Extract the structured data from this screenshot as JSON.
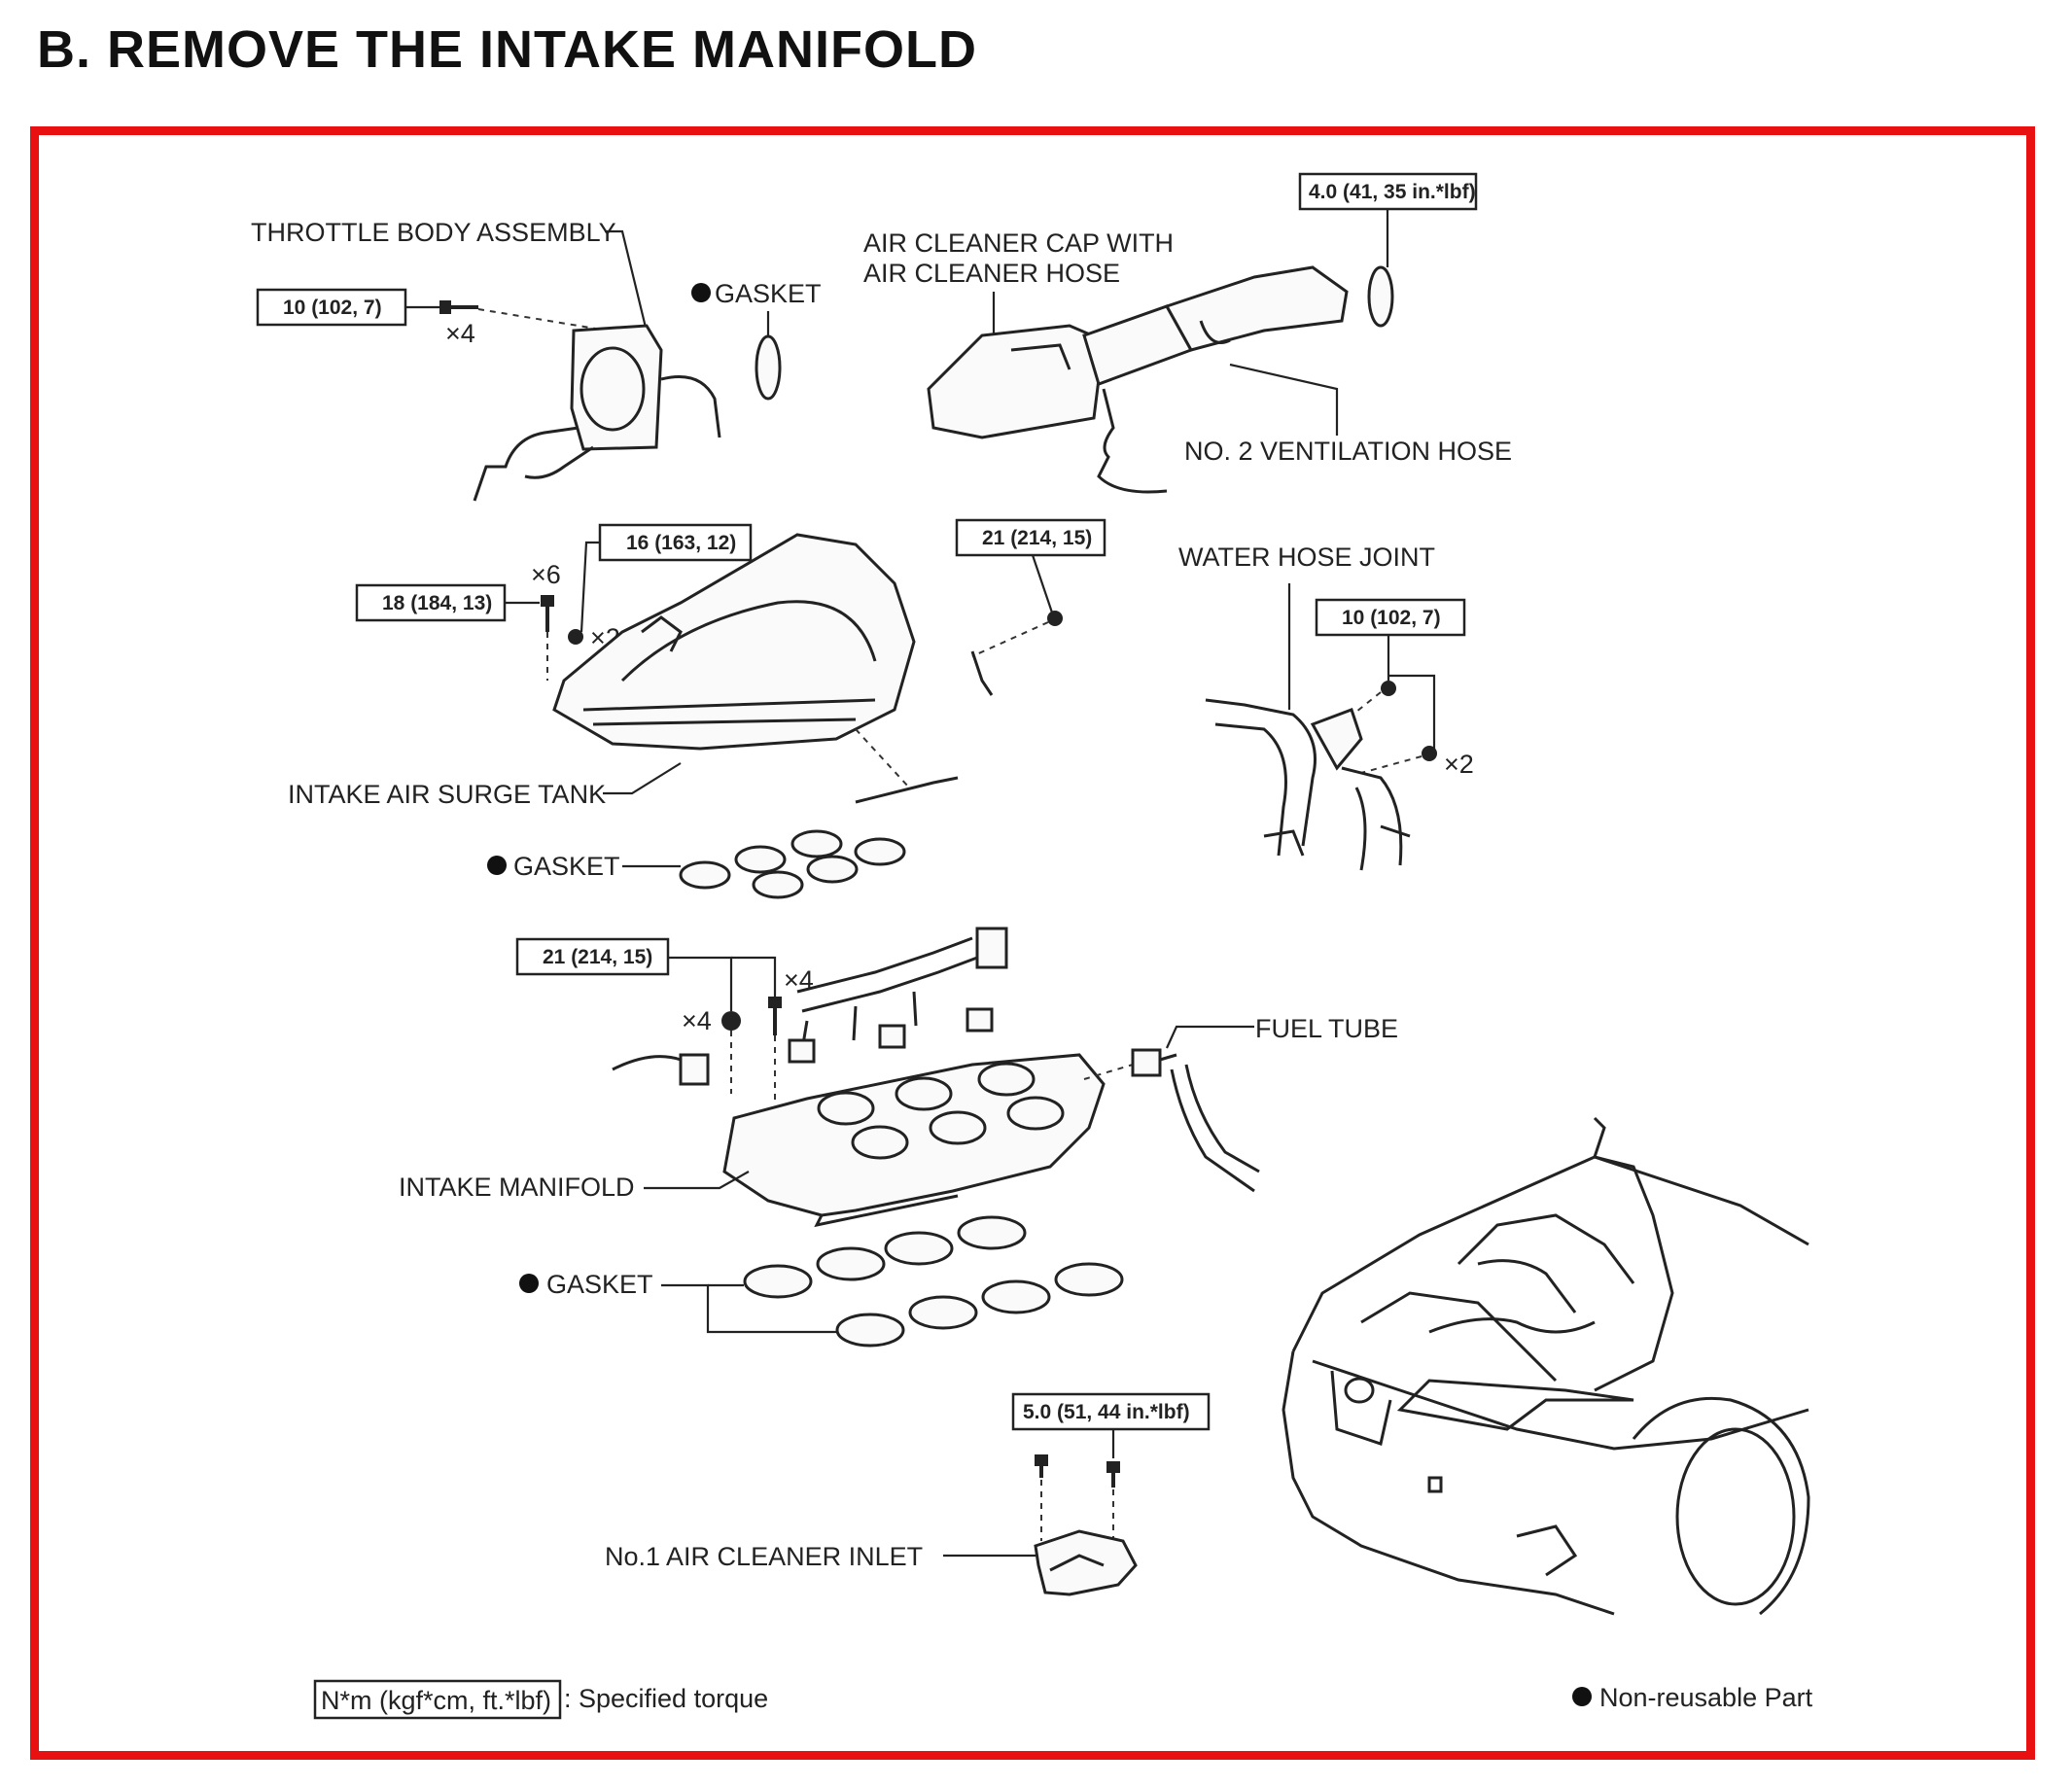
{
  "title": "B.  REMOVE THE INTAKE MANIFOLD",
  "colors": {
    "frame": "#e81010",
    "line": "#222222"
  },
  "labels": {
    "throttle_body": "THROTTLE BODY ASSEMBLY",
    "gasket_top": "GASKET",
    "air_cleaner_cap_1": "AIR CLEANER CAP WITH",
    "air_cleaner_cap_2": "AIR CLEANER HOSE",
    "vent_hose": "NO. 2 VENTILATION HOSE",
    "water_hose_joint": "WATER HOSE JOINT",
    "surge_tank": "INTAKE AIR SURGE TANK",
    "gasket_mid": "GASKET",
    "fuel_tube": "FUEL TUBE",
    "intake_manifold": "INTAKE MANIFOLD",
    "gasket_low": "GASKET",
    "air_cleaner_inlet": "No.1 AIR CLEANER INLET"
  },
  "torques": {
    "t1": "4.0 (41, 35 in.*lbf)",
    "t2": "10 (102, 7)",
    "t3": "16 (163, 12)",
    "t4": "21 (214, 15)",
    "t5": "18 (184, 13)",
    "t6": "10 (102, 7)",
    "t7": "21 (214, 15)",
    "t8": "5.0 (51, 44 in.*lbf)"
  },
  "quantities": {
    "q1": "×4",
    "q2": "×6",
    "q3": "×2",
    "q4": "×2",
    "q5": "×4",
    "q6": "×4"
  },
  "legend": {
    "torque_unit": "N*m (kgf*cm, ft.*lbf)",
    "torque_text": ": Specified torque",
    "non_reusable": "Non-reusable Part"
  }
}
